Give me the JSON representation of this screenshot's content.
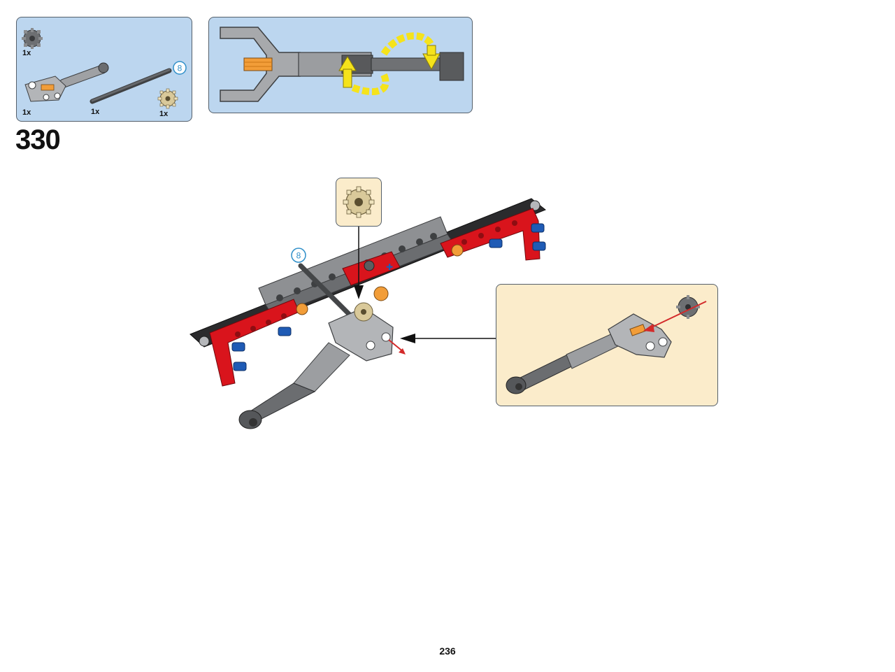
{
  "parts_list": {
    "items": [
      {
        "name": "gear-12-tooth-dark-gray",
        "qty": "1x"
      },
      {
        "name": "shock-absorber-arm",
        "qty": "1x"
      },
      {
        "name": "axle-8",
        "qty": "1x",
        "length_badge": "8"
      },
      {
        "name": "gear-12-tooth-tan",
        "qty": "1x"
      }
    ]
  },
  "step": {
    "number": "330"
  },
  "main": {
    "axle_badge": "8"
  },
  "page": {
    "number": "236"
  },
  "colors": {
    "panel_blue": "#bcd6ef",
    "callout_cream": "#fbeccb",
    "technic_red": "#d9141c",
    "technic_blue": "#1f5bb5",
    "technic_orange": "#f29d38",
    "light_gray": "#a7a9ac",
    "dark_gray": "#5c5e60",
    "arrow_yellow": "#f5e31b",
    "insert_arrow_red": "#d32a2a"
  }
}
